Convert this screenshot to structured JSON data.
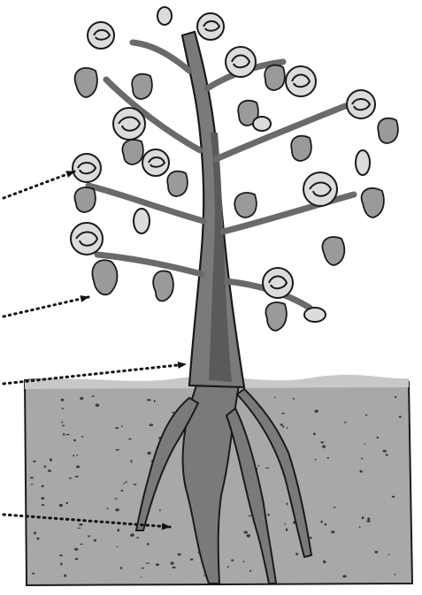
{
  "figure": {
    "subject": "rose-tree-illustration",
    "style": "grayscale-sketch",
    "pointer_count": 4,
    "pointer_style": "dotted-arrow"
  },
  "pointers": [
    {
      "target": "flower"
    },
    {
      "target": "leaf"
    },
    {
      "target": "trunk"
    },
    {
      "target": "roots"
    }
  ],
  "palette": {
    "outline": "#1a1a1a",
    "trunk": "#7a7a7a",
    "trunk_shade": "#5a5a5a",
    "leaf": "#9a9a9a",
    "leaf_dark": "#6e6e6e",
    "flower": "#dcdcdc",
    "soil": "#a8a8a8",
    "soil_speck": "#3a3a3a",
    "grass": "#c8c8c8",
    "arrow": "#111111"
  }
}
